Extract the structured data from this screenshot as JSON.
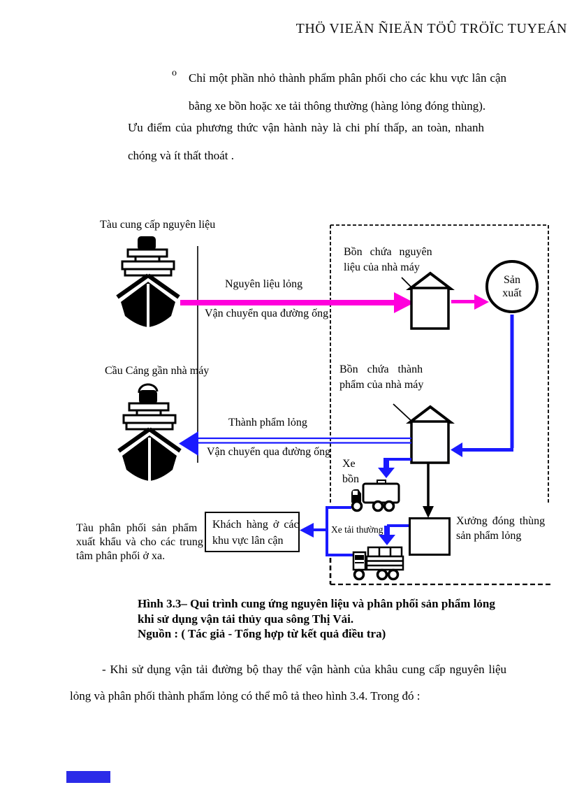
{
  "header": {
    "library_banner": "THÖ VIEÄN ÑIEÄN TÖÛ TRÖÏC TUYEÁN"
  },
  "body": {
    "bullet_marker": "o",
    "bullet_item": "Chỉ một phần nhỏ thành phẩm phân phối cho các khu vực lân cận bằng xe bồn hoặc xe tải thông thường (hàng lỏng đóng thùng).",
    "paragraph_advantages": "Ưu điểm của phương thức vận hành này là chi phí thấp, an toàn, nhanh chóng và ít thất thoát .",
    "paragraph_road": "- Khi sử dụng vận tải đường bộ thay thế vận hành của khâu cung cấp nguyên liệu lỏng và phân phối thành phẩm lỏng có thể mô tả theo hình 3.4. Trong đó :"
  },
  "figure": {
    "labels": {
      "supply_ship": "Tàu cung cấp nguyên liệu",
      "raw_flow_name": "Nguyên liệu lỏng",
      "raw_flow_mode": "Vận chuyển qua đường ống",
      "raw_tank_line1": "Bồn chứa nguyên",
      "raw_tank_line2": "liệu của nhà máy",
      "production_line1": "Sản",
      "production_line2": "xuất",
      "berth": "Cầu Cảng gần nhà máy",
      "product_flow_name": "Thành phẩm lỏng",
      "product_flow_mode": "Vận chuyển qua đường ống",
      "product_tank_line1": "Bồn chứa thành",
      "product_tank_line2": "phẩm của nhà máy",
      "tanker_truck_line1": "Xe",
      "tanker_truck_line2": "bồn",
      "normal_truck": "Xe tải thường",
      "customers_line1": "Khách hàng ở các",
      "customers_line2": "khu vực lân cận",
      "packing_line1": "Xưởng đóng thùng",
      "packing_line2": "sản phẩm lỏng",
      "distribution_line1": "Tàu phân phối sản phẩm",
      "distribution_line2": "xuất khẩu và cho các trung",
      "distribution_line3": "tâm phân phối ở xa."
    },
    "colors": {
      "raw_flow": "#FF00DC",
      "product_flow": "#1A1AFF",
      "outline": "#000000"
    },
    "caption_line1": "Hình 3.3– Qui trình cung ứng nguyên liệu và phân phối sản phẩm lỏng",
    "caption_line2": "khi sử dụng vận tải thủy qua sông Thị Vải.",
    "caption_line3": "Nguồn : ( Tác giả - Tổng hợp từ kết quả điều tra)"
  },
  "footer": {
    "page_marker_color": "#2B2BE8"
  }
}
